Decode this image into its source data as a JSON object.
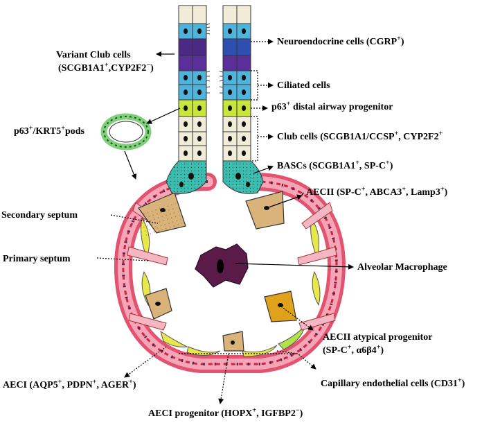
{
  "labels": {
    "variant_club_line1": "Variant Club cells",
    "variant_club_line2_a": "(SCGB1A1",
    "variant_club_line2_b": ",CYP2F2",
    "variant_club_line2_c": ")",
    "neuroendocrine_a": "Neuroendocrine cells (CGRP",
    "neuroendocrine_b": ")",
    "ciliated": "Ciliated cells",
    "p63_distal_a": "p63",
    "p63_distal_b": " distal airway progenitor",
    "pods_a": "p63",
    "pods_b": "/KRT5",
    "pods_c": "pods",
    "club_a": "Club cells (SCGB1A1/CCSP",
    "club_b": ", CYP2F2",
    "basc_a": "BASCs (SCGB1A1",
    "basc_b": ", SP-C",
    "basc_c": ")",
    "aecii_a": "AECII (SP-C",
    "aecii_b": ", ABCA3",
    "aecii_c": ", Lamp3",
    "aecii_d": ")",
    "secondary_septum": "Secondary septum",
    "primary_septum": "Primary septum",
    "alveolar_macrophage": "Alveolar Macrophage",
    "aecii_atypical_line1": "AECII atypical progenitor",
    "aecii_atypical_a": "(SP-C",
    "aecii_atypical_b": ", α6β4",
    "aecii_atypical_c": ")",
    "aeci_a": "AECI (AQP5",
    "aeci_b": ", PDPN",
    "aeci_c": ", AGER",
    "aeci_d": ")",
    "capillary_a": "Capillary endothelial cells (CD31",
    "capillary_b": ")",
    "aeci_prog_a": "AECI progenitor (HOPX",
    "aeci_prog_b": ", IGFBP2",
    "aeci_prog_c": ")",
    "plus": "+",
    "minus": "−"
  },
  "colors": {
    "basal_teal": "#3bbdb0",
    "ciliated_blue": "#4fb3dc",
    "neuroendocrine_purple": "#4b2a86",
    "p63_green": "#c8e63a",
    "club_cream": "#f1ecd7",
    "aecii_tan": "#d9b37a",
    "aecii_atypical": "#e0a21b",
    "aeci_yellow": "#e8e84a",
    "wall_pink": "#f07a96",
    "wall_red": "#c8283e",
    "macrophage": "#5a1b48",
    "pod_ring": "#7fd07a"
  }
}
